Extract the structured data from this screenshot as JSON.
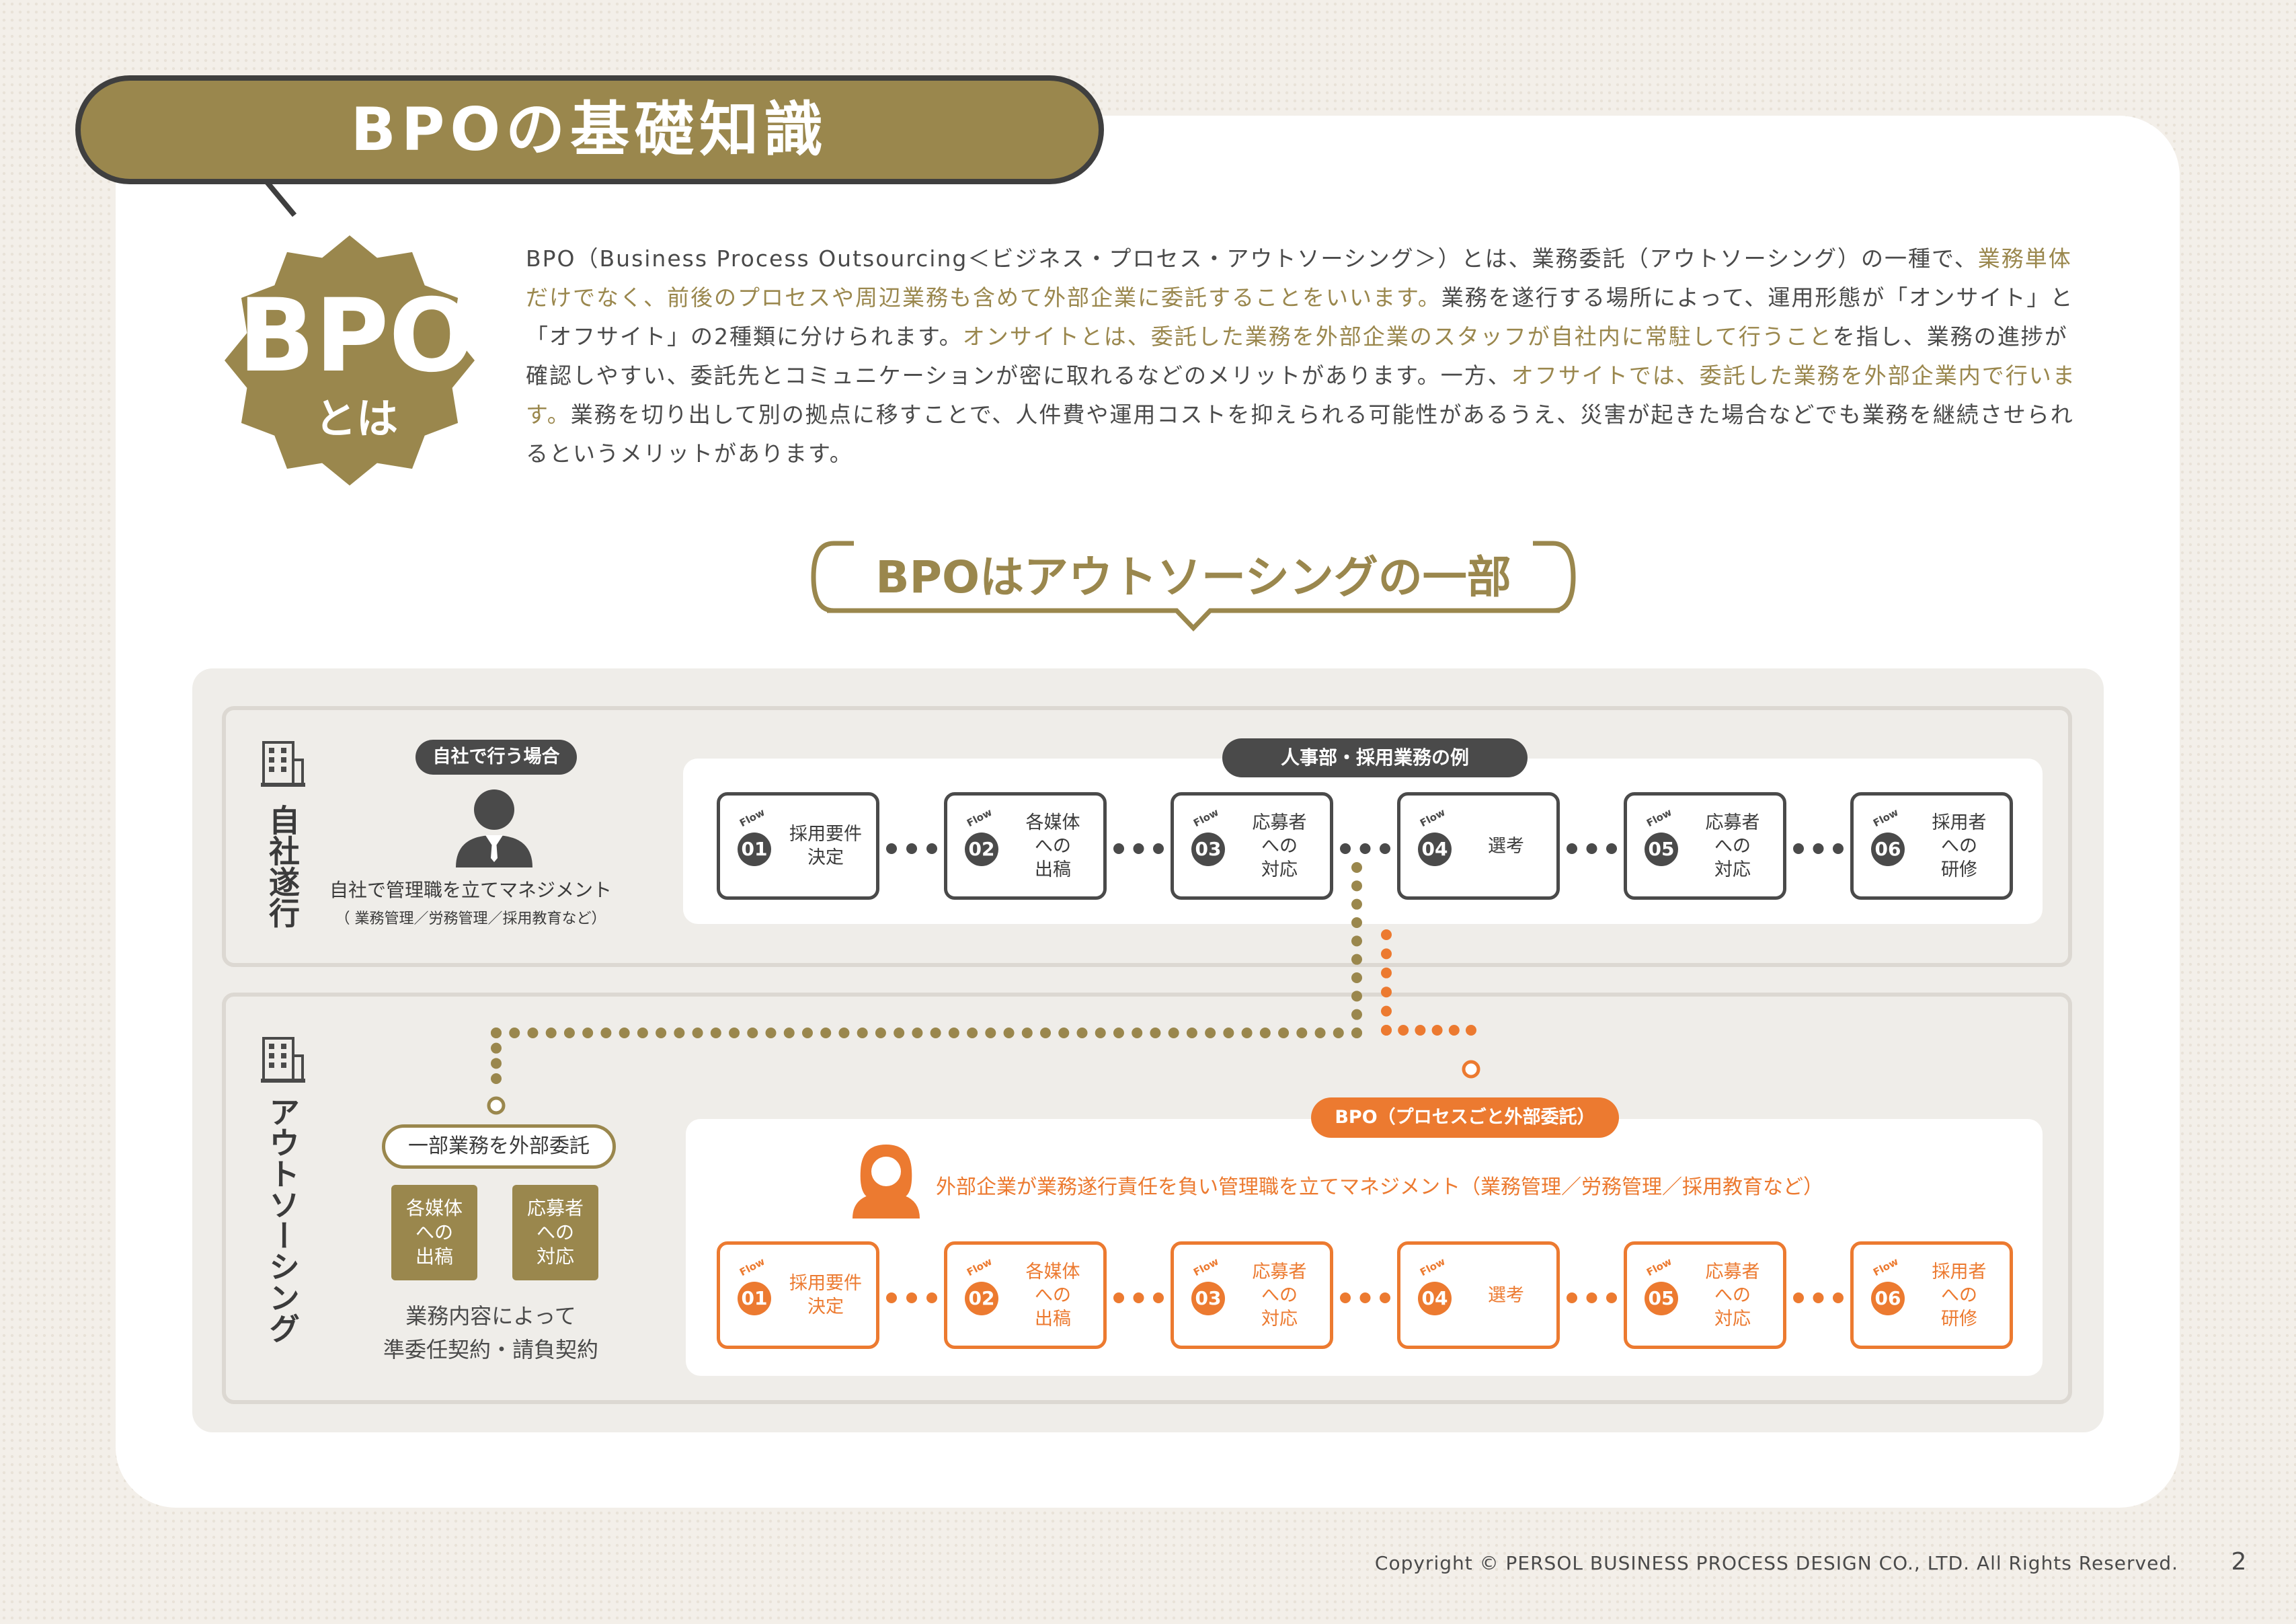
{
  "header": {
    "title": "BPOの基礎知識"
  },
  "badge": {
    "line1": "BPO",
    "line2": "とは"
  },
  "intro": [
    {
      "t": "BPO（Business Process Outsourcing＜ビジネス・プロセス・アウトソーシング＞）とは、業務委託（アウトソーシング）の一種で、",
      "hl": false
    },
    {
      "t": "業務単体だけでなく、前後のプロセスや周辺業務も含めて外部企業に委託することをいいます。",
      "hl": true
    },
    {
      "t": "業務を遂行する場所によって、運用形態が「オンサイト」と「オフサイト」の2種類に分けられます。",
      "hl": false
    },
    {
      "t": "オンサイトとは、委託した業務を外部企業のスタッフが自社内に常駐して行うこと",
      "hl": true
    },
    {
      "t": "を指し、業務の進捗が確認しやすい、委託先とコミュニケーションが密に取れるなどのメリットがあります。一方、",
      "hl": false
    },
    {
      "t": "オフサイトでは、委託した業務を外部企業内で行います。",
      "hl": true
    },
    {
      "t": "業務を切り出して別の拠点に移すことで、人件費や運用コストを抑えられる可能性があるうえ、災害が起きた場合などでも業務を継続させられるというメリットがあります。",
      "hl": false
    }
  ],
  "subheading": "BPOはアウトソーシングの一部",
  "inhouse": {
    "label": "自社遂行",
    "case_pill": "自社で行う場合",
    "mgmt_line1": "自社で管理職を立てマネジメント",
    "mgmt_line2": "（ 業務管理／労務管理／採用教育など）",
    "example_pill": "人事部・採用業務の例"
  },
  "outsourcing": {
    "label": "アウトソーシング",
    "partial_pill": "一部業務を外部委託",
    "box1": "各媒体\nへの\n出稿",
    "box2": "応募者\nへの\n対応",
    "contract_line1": "業務内容によって",
    "contract_line2": "準委任契約・請負契約",
    "bpo_pill": "BPO（プロセスごと外部委託）",
    "bpo_text": "外部企業が業務遂行責任を負い管理職を立てマネジメント（業務管理／労務管理／採用教育など）"
  },
  "flow_tag": "Flow",
  "flows": [
    {
      "num": "01",
      "label": "採用要件\n決定"
    },
    {
      "num": "02",
      "label": "各媒体\nへの\n出稿"
    },
    {
      "num": "03",
      "label": "応募者\nへの\n対応"
    },
    {
      "num": "04",
      "label": "選考"
    },
    {
      "num": "05",
      "label": "応募者\nへの\n対応"
    },
    {
      "num": "06",
      "label": "採用者\nへの\n研修"
    }
  ],
  "colors": {
    "gold": "#9a874d",
    "dark": "#4a4a4a",
    "orange": "#ec7a30"
  },
  "icons": [
    "building-icon",
    "person-icon",
    "woman-icon"
  ],
  "footer": {
    "copyright": "Copyright © PERSOL BUSINESS PROCESS DESIGN CO., LTD. All Rights Reserved.",
    "page": "2"
  }
}
